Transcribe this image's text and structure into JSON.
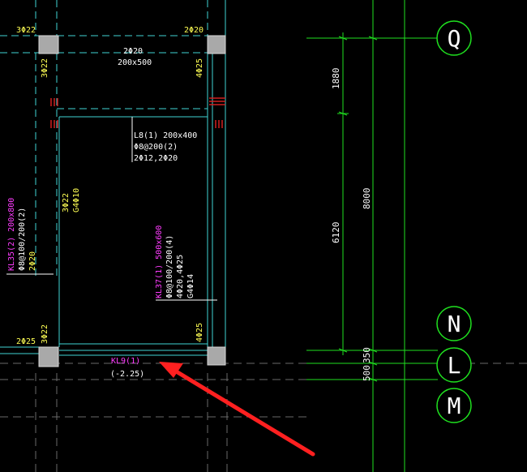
{
  "colors": {
    "background": "#000000",
    "beam": "#3fd3d3",
    "beam_dash": "#3fd3d3",
    "column": "#a9a9a9",
    "rebar_label": "#ffff54",
    "beam_label": "#ffffff",
    "beam_mark_magenta": "#ff3cff",
    "axis_green": "#1fe01f",
    "dim_line": "#1fe01f",
    "grid_gray": "#6a6a6a",
    "arrow_red": "#ff2020",
    "hatch_red": "#d02020"
  },
  "labels": {
    "top_left_rebar": "3Φ22",
    "top_mid_rebar": "2Φ20",
    "beam_top_a": "2Φ20",
    "beam_top_b": "200x500",
    "left_col_top": "3Φ22",
    "right_col_top": "4Φ25",
    "l8_line1": "L8(1) 200x400",
    "l8_line2": "Φ8@200(2)",
    "l8_line3": "2Φ12,2Φ20",
    "mid_left_a": "3Φ22",
    "mid_left_b": "G4Φ10",
    "kl35_a": "KL35(2) 200x800",
    "kl35_b": "Φ8@100/200(2)",
    "kl35_c": "2Φ20",
    "kl37_a": "KL37(1) 500x600",
    "kl37_b": "Φ8@100/200(4)",
    "kl37_c": "4Φ20,4Φ25",
    "kl37_d": "G4Φ14",
    "bot_left_rebar": "2Φ25",
    "bot_left_rebar2": "3Φ22",
    "bot_right_rebar": "4Φ25",
    "kl9": "KL9(1)",
    "kl9_elev": "(-2.25)"
  },
  "dimensions": {
    "d1880": "1880",
    "d6120": "6120",
    "d8000": "8000",
    "d500": "500",
    "d350": "350"
  },
  "axes": {
    "q": "Q",
    "n": "N",
    "l": "L",
    "m": "M"
  }
}
